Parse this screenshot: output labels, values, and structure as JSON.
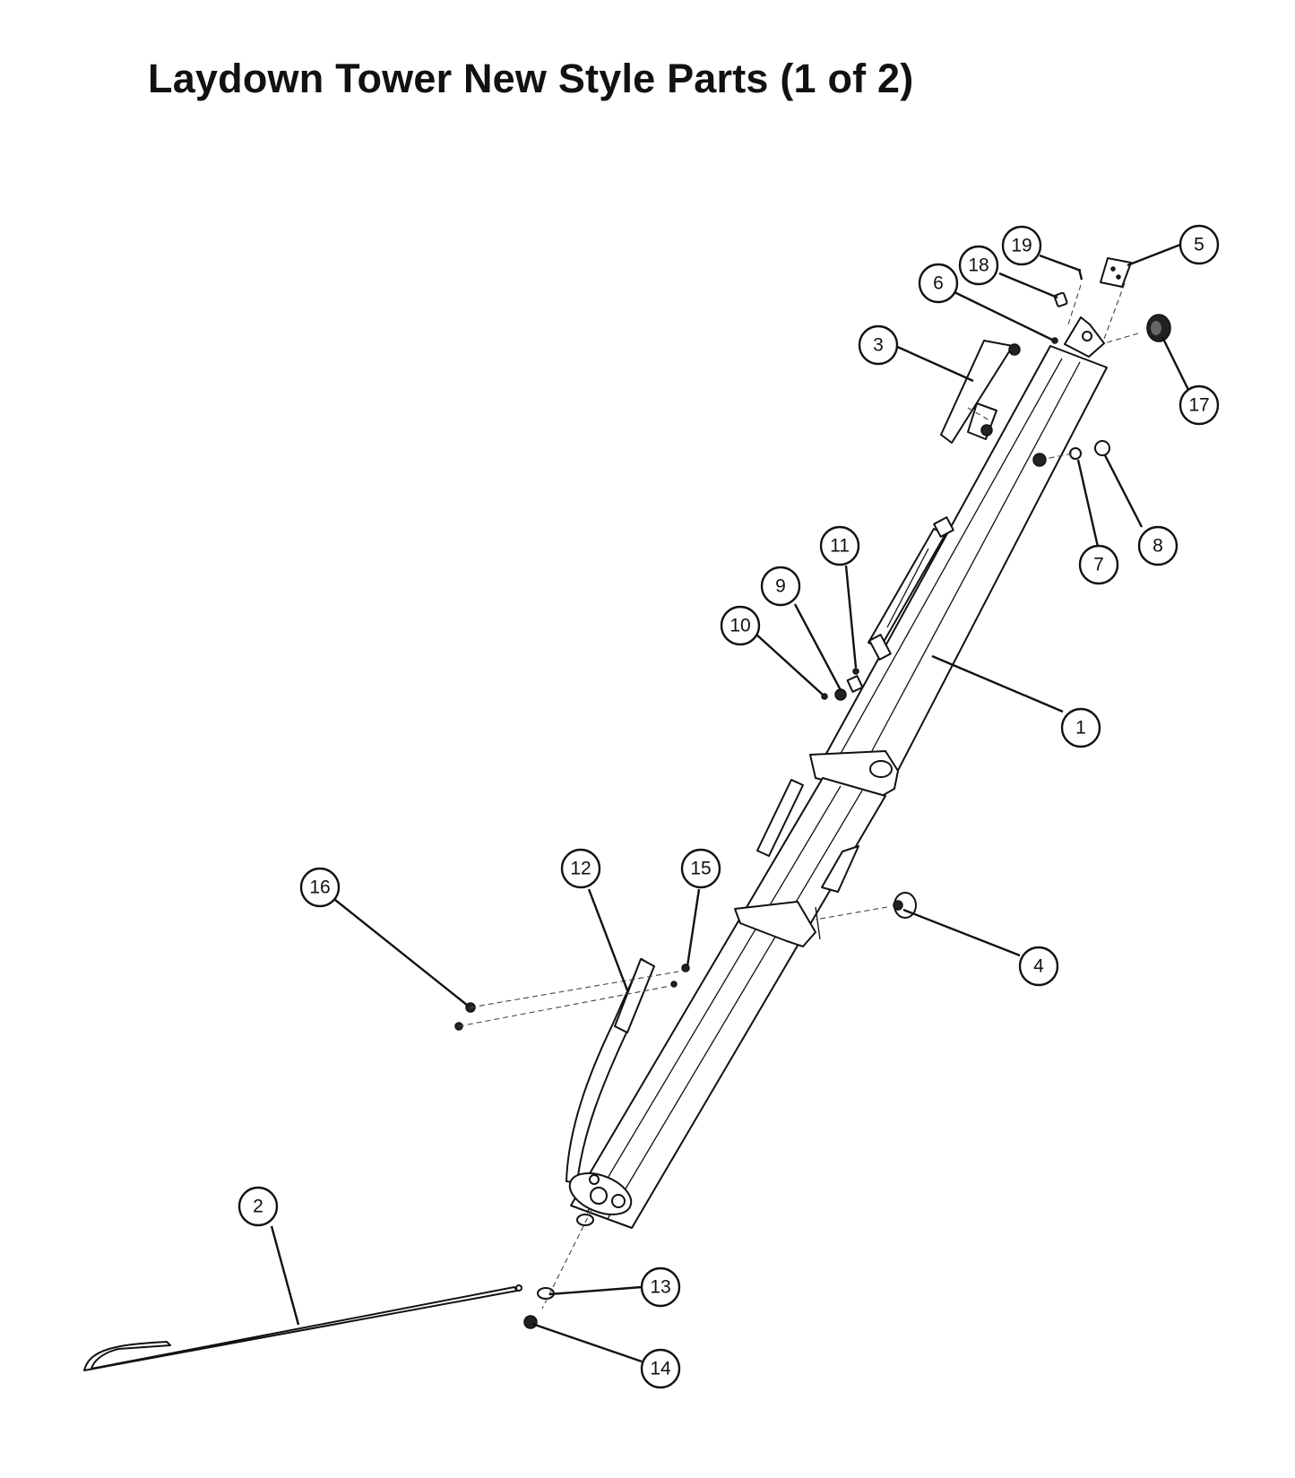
{
  "title": "Laydown Tower New Style Parts (1 of 2)",
  "callouts": [
    {
      "label": "1"
    },
    {
      "label": "2"
    },
    {
      "label": "3"
    },
    {
      "label": "4"
    },
    {
      "label": "5"
    },
    {
      "label": "6"
    },
    {
      "label": "7"
    },
    {
      "label": "8"
    },
    {
      "label": "9"
    },
    {
      "label": "10"
    },
    {
      "label": "11"
    },
    {
      "label": "12"
    },
    {
      "label": "13"
    },
    {
      "label": "14"
    },
    {
      "label": "15"
    },
    {
      "label": "16"
    },
    {
      "label": "17"
    },
    {
      "label": "18"
    },
    {
      "label": "19"
    }
  ]
}
